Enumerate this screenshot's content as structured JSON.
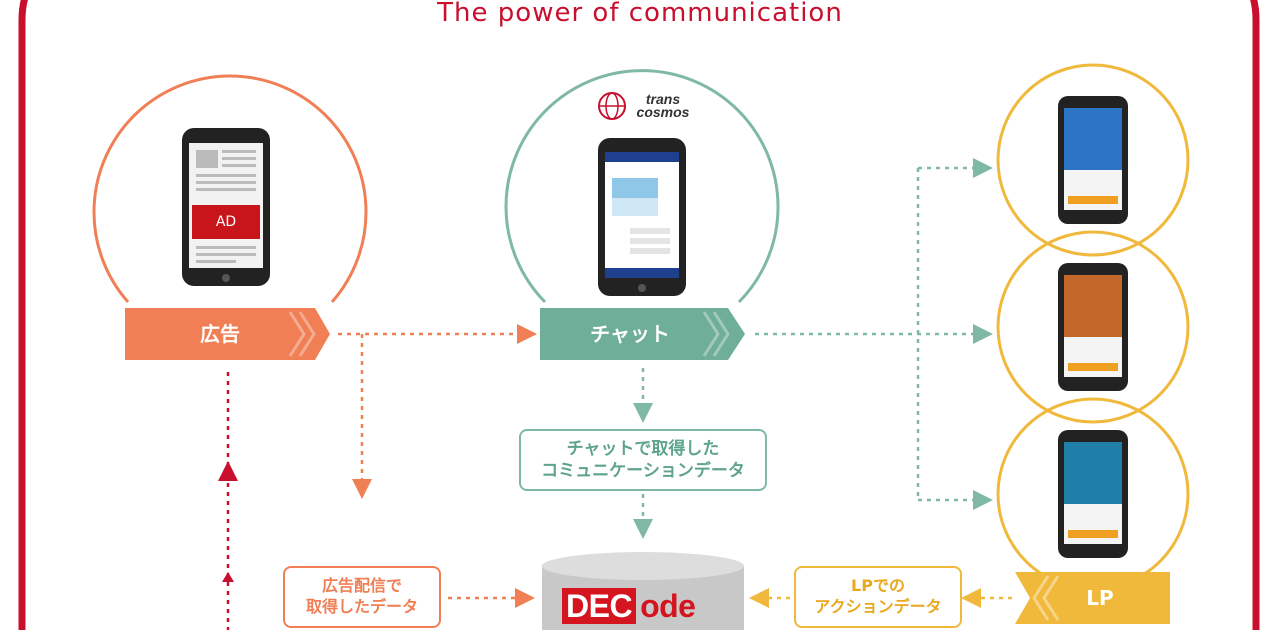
{
  "header": {
    "title": "The power of communication"
  },
  "ad_stage": {
    "label": "広告",
    "phone_badge": "AD"
  },
  "chat_stage": {
    "label": "チャット",
    "brand_top": "trans",
    "brand_bottom": "cosmos"
  },
  "lp_stage": {
    "label": "LP"
  },
  "data_boxes": {
    "chat_data": [
      "チャットで取得した",
      "コミュニケーションデータ"
    ],
    "ad_data": [
      "広告配信で",
      "取得したデータ"
    ],
    "lp_data": [
      "LPでの",
      "アクションデータ"
    ]
  },
  "database": {
    "logo_dec": "DEC",
    "logo_ode": "ode"
  },
  "colors": {
    "frame": "#c8102e",
    "ad": "#f07f55",
    "chat": "#5ea48d",
    "lp": "#f0b93c",
    "logo": "#d4141f"
  },
  "icons": [
    "smartphone-icon",
    "globe-icon",
    "database-icon",
    "arrow-icon"
  ]
}
